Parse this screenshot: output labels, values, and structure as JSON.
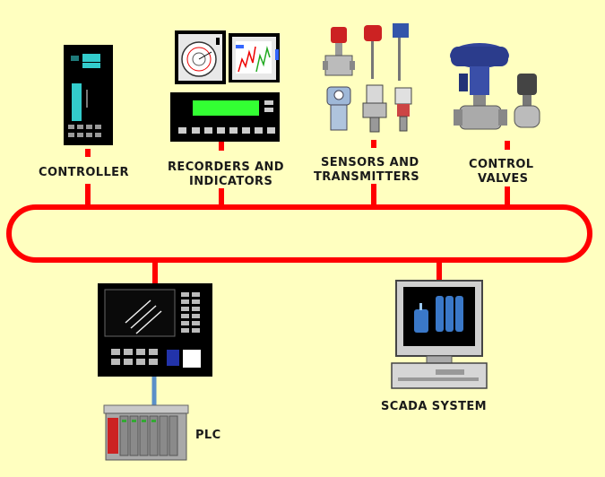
{
  "diagram": {
    "labels": {
      "controller": "CONTROLLER",
      "recorders_line1": "RECORDERS AND",
      "recorders_line2": "INDICATORS",
      "sensors_line1": "SENSORS AND",
      "sensors_line2": "TRANSMITTERS",
      "valves_line1": "CONTROL",
      "valves_line2": "VALVES",
      "plc": "PLC",
      "scada": "SCADA SYSTEM"
    },
    "colors": {
      "background": "#FFFFC0",
      "bus": "#FF0000",
      "equipment_dark": "#000000",
      "screen_cyan": "#33CCCC",
      "screen_green": "#33FF33",
      "valve_blue": "#334499",
      "plc_link": "#5A8FC8"
    }
  }
}
